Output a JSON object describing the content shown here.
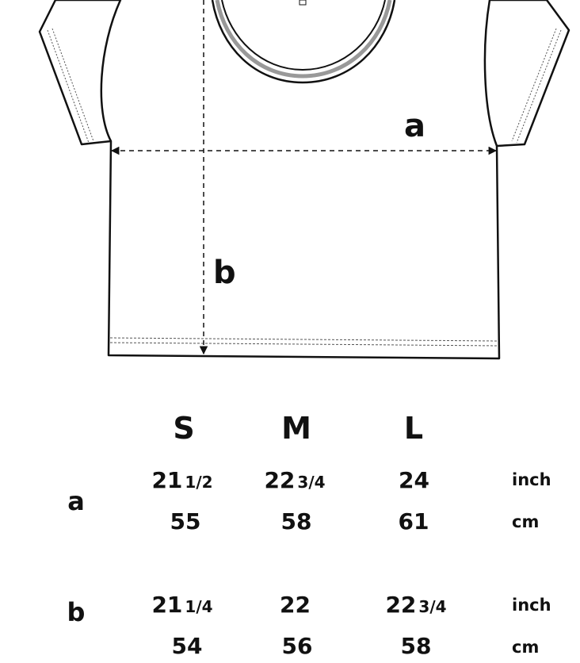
{
  "diagram": {
    "measure_a_label": "a",
    "measure_b_label": "b"
  },
  "size_table": {
    "sizes": [
      "S",
      "M",
      "L"
    ],
    "rows": [
      {
        "label": "a",
        "inch": [
          {
            "whole": "21",
            "frac": "1/2"
          },
          {
            "whole": "22",
            "frac": "3/4"
          },
          {
            "whole": "24",
            "frac": ""
          }
        ],
        "inch_unit": "inch",
        "cm": [
          "55",
          "58",
          "61"
        ],
        "cm_unit": "cm"
      },
      {
        "label": "b",
        "inch": [
          {
            "whole": "21",
            "frac": "1/4"
          },
          {
            "whole": "22",
            "frac": ""
          },
          {
            "whole": "22",
            "frac": "3/4"
          }
        ],
        "inch_unit": "inch",
        "cm": [
          "54",
          "56",
          "58"
        ],
        "cm_unit": "cm"
      }
    ]
  }
}
